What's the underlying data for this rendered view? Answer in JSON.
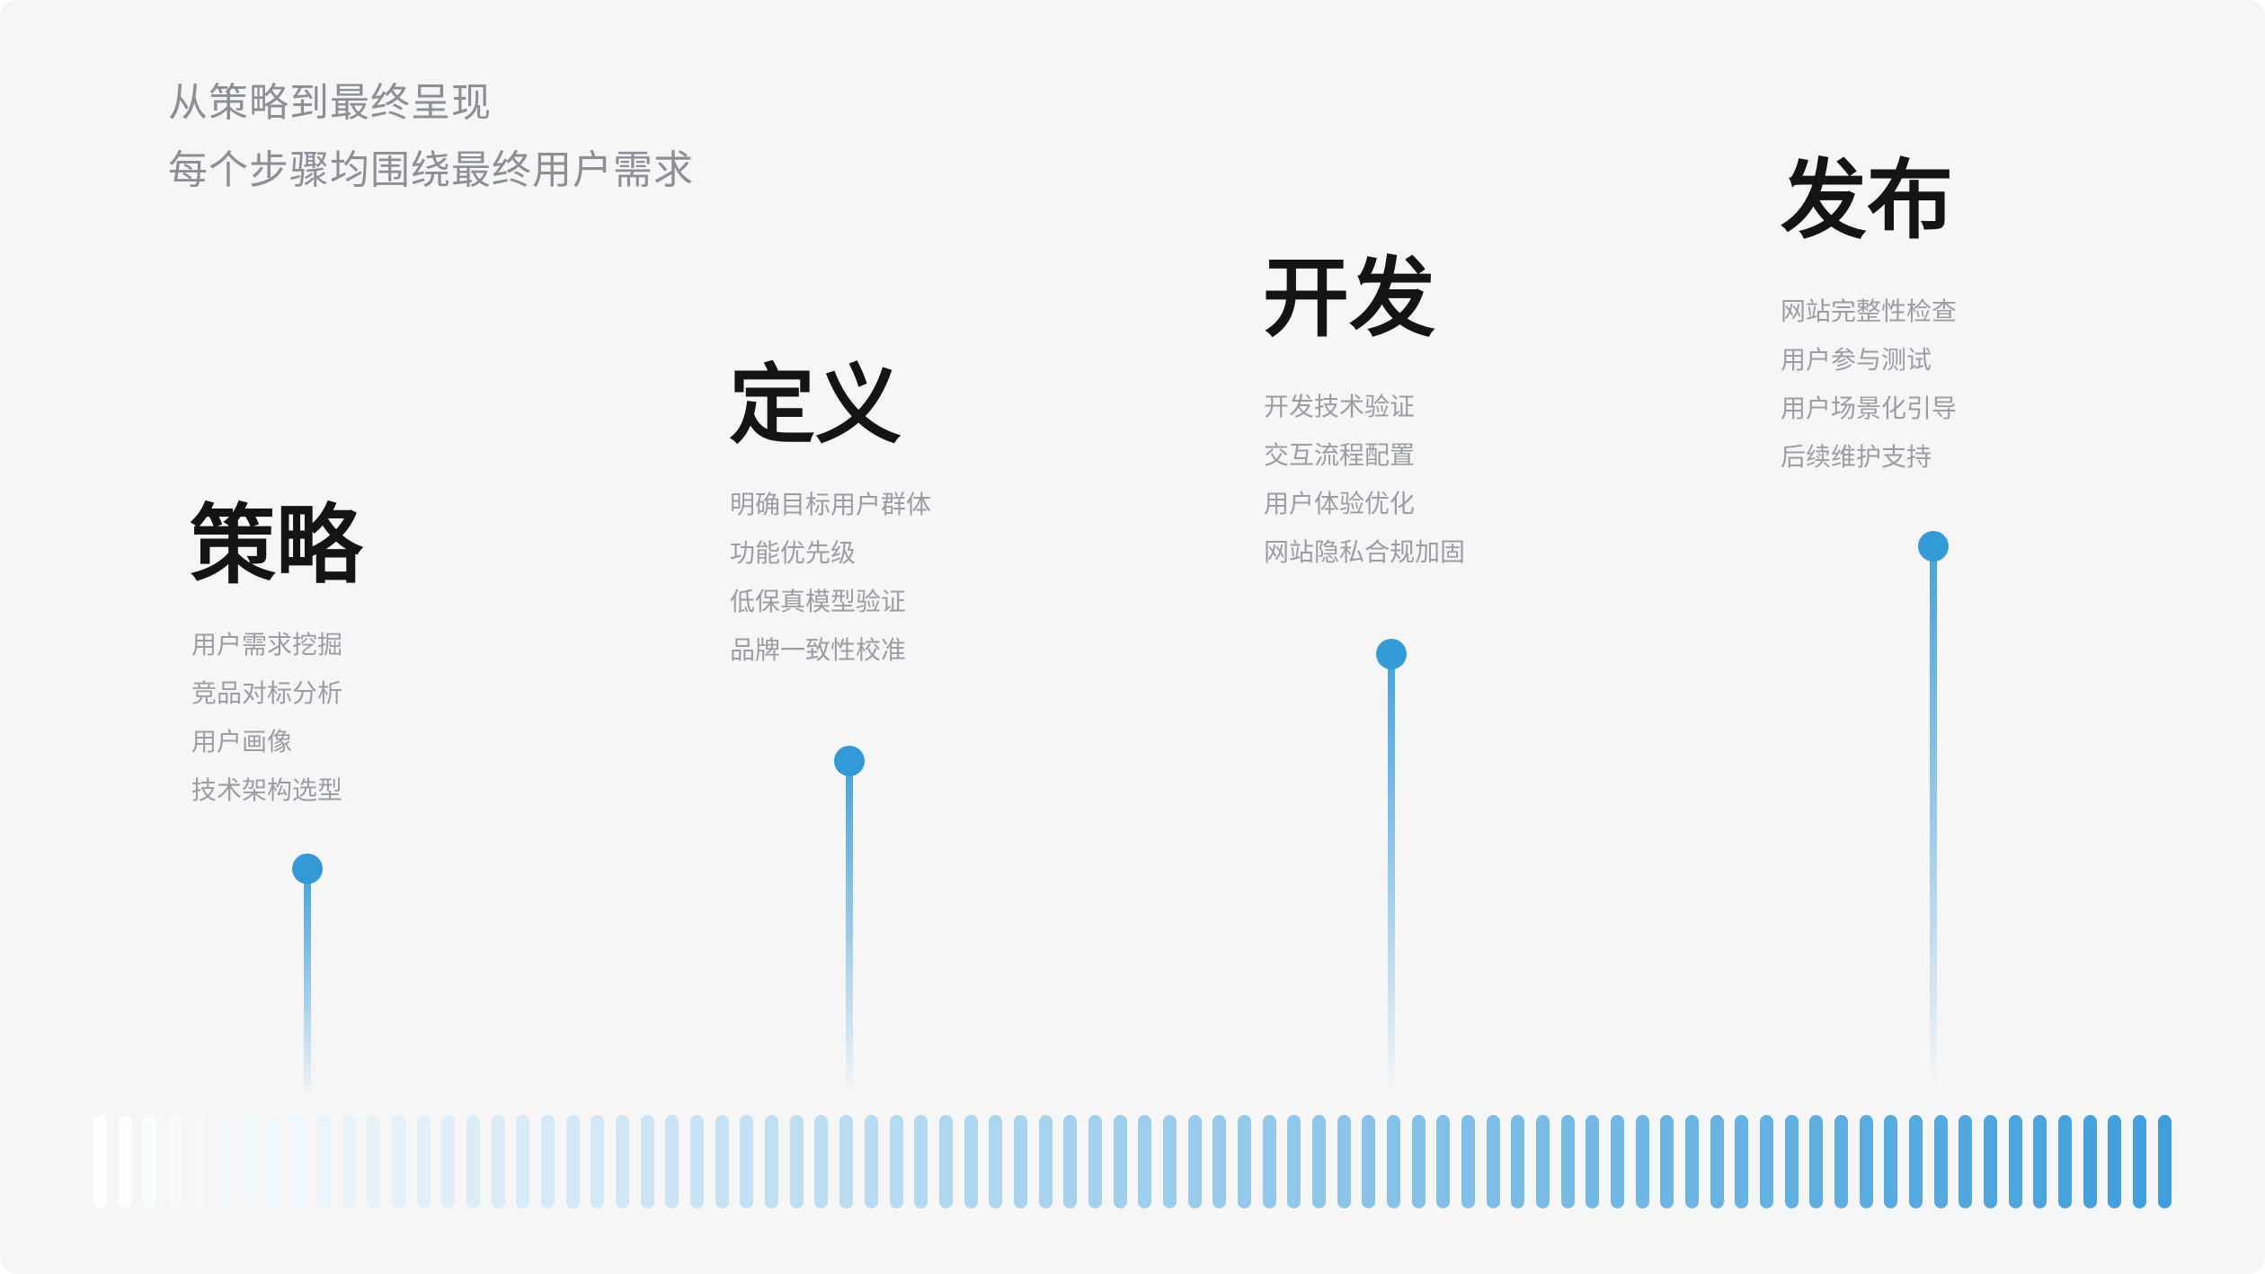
{
  "header": {
    "line1": "从策略到最终呈现",
    "line2": "每个步骤均围绕最终用户需求"
  },
  "stages": [
    {
      "title": "策略",
      "items": [
        "用户需求挖掘",
        "竞品对标分析",
        "用户画像",
        "技术架构选型"
      ]
    },
    {
      "title": "定义",
      "items": [
        "明确目标用户群体",
        "功能优先级",
        "低保真模型验证",
        "品牌一致性校准"
      ]
    },
    {
      "title": "开发",
      "items": [
        "开发技术验证",
        "交互流程配置",
        "用户体验优化",
        "网站隐私合规加固"
      ]
    },
    {
      "title": "发布",
      "items": [
        "网站完整性检查",
        "用户参与测试",
        "用户场景化引导",
        "后续维护支持"
      ]
    }
  ],
  "colors": {
    "background": "#f6f6f7",
    "heading_text": "#131416",
    "muted_text": "#8c9096",
    "item_text": "#9a9ea4",
    "dot_blue": "#3399d7",
    "stem_blue": "#46a1da",
    "bar_start": "#ffffff",
    "bar_end": "#3f9edb"
  },
  "decoration": {
    "bars": {
      "count": 84
    },
    "pins": {
      "count": 4
    }
  }
}
